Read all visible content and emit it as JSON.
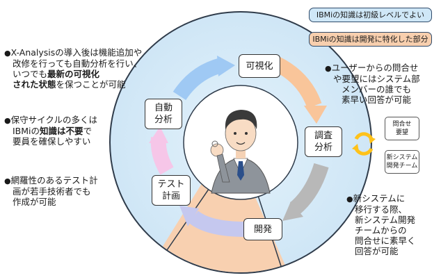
{
  "legend": {
    "beginner": "IBMiの知識は初級レベルでよい",
    "dev_specific": "IBMiの知識は開発に特化した部分"
  },
  "cycle": {
    "visualize": "可視化",
    "investigate_1": "調査",
    "investigate_2": "分析",
    "develop": "開発",
    "test_1": "テスト",
    "test_2": "計画",
    "auto_1": "自動",
    "auto_2": "分析"
  },
  "side_boxes": {
    "inquiry_1": "問合せ",
    "inquiry_2": "要望",
    "new_system_1": "新システム",
    "new_system_2": "開発チーム"
  },
  "notes": {
    "bullet": "●",
    "xa_1": "X-Analysisの導入後は機能追加や",
    "xa_2": "改修を行っても自動分析を行い、",
    "xa_3a": "いつでも",
    "xa_3b": "最新の可視化",
    "xa_4a": "された状態",
    "xa_4b": "を保つことが可能",
    "maint_1": "保守サイクルの多くは",
    "maint_2a": "IBMiの",
    "maint_2b": "知識は不要",
    "maint_2c": "で",
    "maint_3": "要員を確保しやすい",
    "test_1": "網羅性のあるテスト計",
    "test_2": "画が若手技術者でも",
    "test_3": "作成が可能",
    "user_1": "ユーザーからの問合せ",
    "user_2": "や要望にはシステム部",
    "user_3": "メンバーの誰でも",
    "user_4": "素早い回答が可能",
    "new_1": "新システムに",
    "new_2": "移行する際、",
    "new_3": "新システム開発",
    "new_4": "チームからの",
    "new_5": "問合せに素早く",
    "new_6": "回答が可能"
  },
  "colors": {
    "ring_blue": "#d6ecf8",
    "ring_peach": "#f8d0b0",
    "arrow_orange": "#f9c59a",
    "arrow_gray": "#b8b8b8",
    "arrow_lavender": "#c5c8ef",
    "arrow_pink": "#f6c6e8",
    "arrow_blue": "#9fc9f4",
    "cycle_yellow": "#ffc21a"
  }
}
